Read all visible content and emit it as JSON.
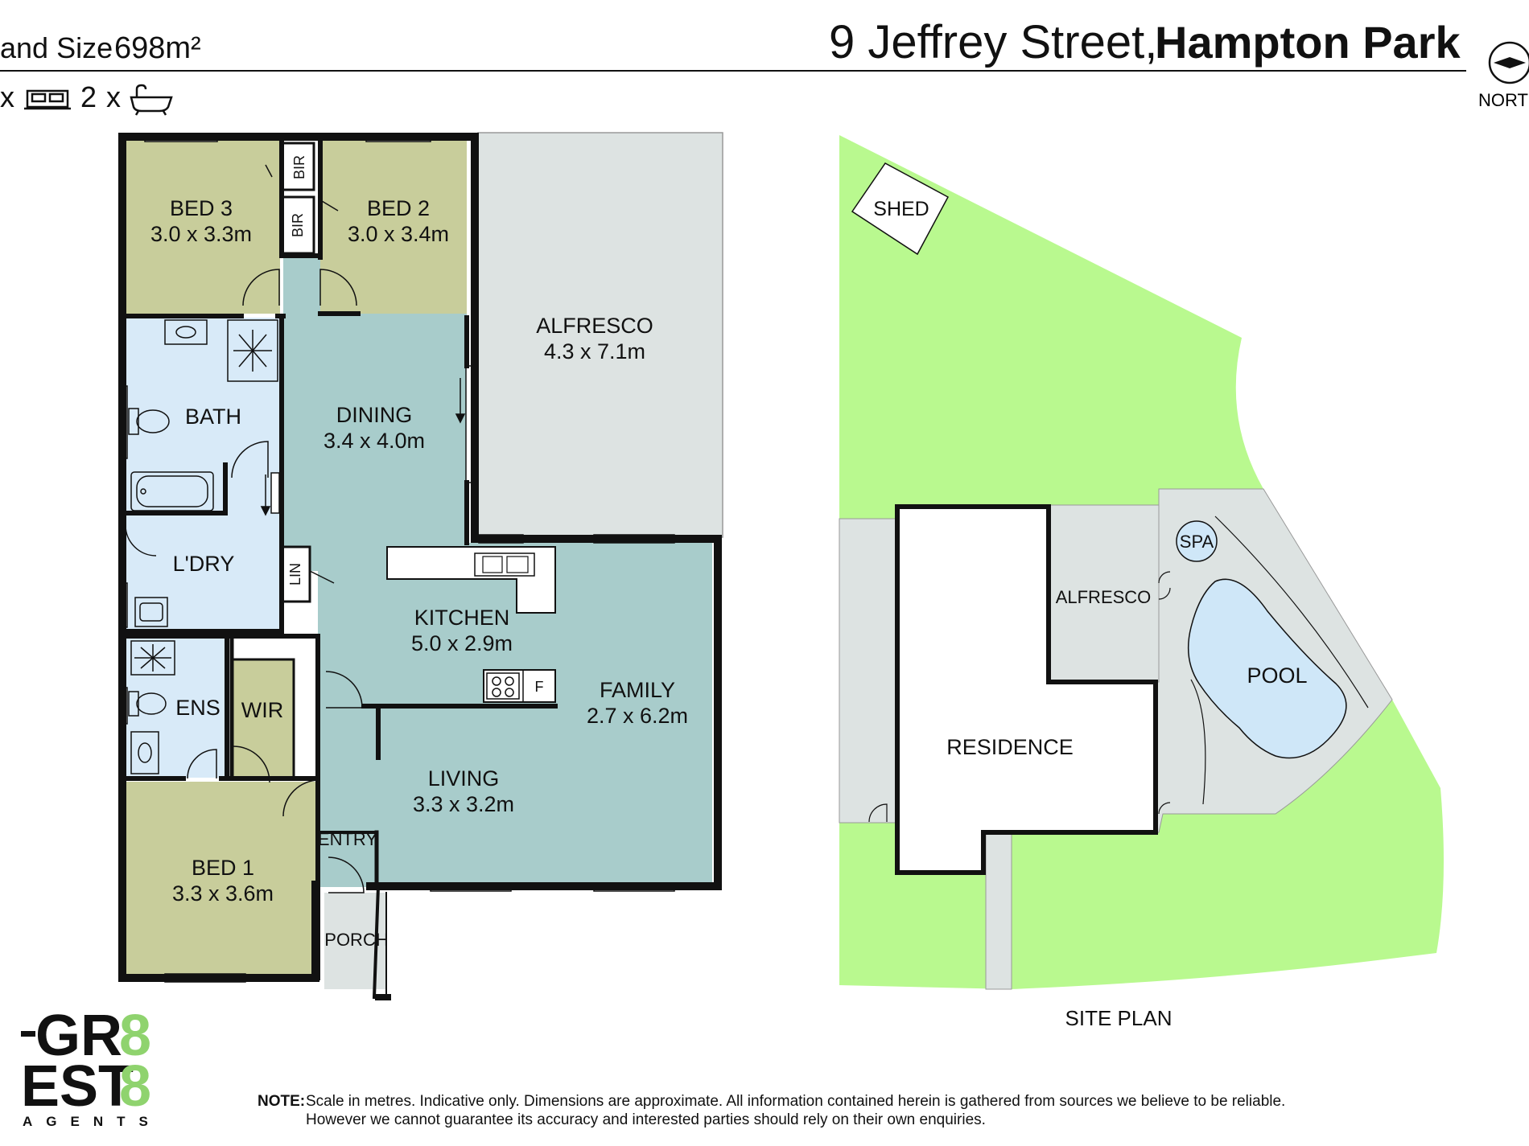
{
  "header": {
    "land_size_label": "and Size",
    "land_size_value": "698m²",
    "address_street": "9 Jeffrey Street,",
    "address_suburb": "Hampton Park",
    "bed_multiplier": "x",
    "bath_count": "2",
    "bath_multiplier": "x",
    "north_label": "NORT"
  },
  "floorplan": {
    "rooms": {
      "bed3": {
        "name": "BED 3",
        "size": "3.0 x 3.3m"
      },
      "bed2": {
        "name": "BED 2",
        "size": "3.0 x 3.4m"
      },
      "alfresco": {
        "name": "ALFRESCO",
        "size": "4.3 x 7.1m"
      },
      "bath": {
        "name": "BATH"
      },
      "dining": {
        "name": "DINING",
        "size": "3.4 x 4.0m"
      },
      "laundry": {
        "name": "L'DRY"
      },
      "kitchen": {
        "name": "KITCHEN",
        "size": "5.0 x 2.9m"
      },
      "family": {
        "name": "FAMILY",
        "size": "2.7 x 6.2m"
      },
      "ensuite": {
        "name": "ENS"
      },
      "wir": {
        "name": "WIR"
      },
      "living": {
        "name": "LIVING",
        "size": "3.3 x 3.2m"
      },
      "bed1": {
        "name": "BED 1",
        "size": "3.3 x 3.6m"
      },
      "entry": {
        "name": "ENTRY"
      },
      "porch": {
        "name": "PORCH"
      },
      "bir": {
        "name": "BIR"
      },
      "linen": {
        "name": "LIN"
      },
      "fridge": {
        "name": "F"
      }
    }
  },
  "siteplan": {
    "title": "SITE PLAN",
    "shed": "SHED",
    "residence": "RESIDENCE",
    "alfresco": "ALFRESCO",
    "spa": "SPA",
    "pool": "POOL"
  },
  "logo": {
    "line1_dark": "GR",
    "line1_accent": "8",
    "line2_dark": "EST",
    "line2_accent": "8",
    "line3": "AGENTS"
  },
  "note": {
    "label": "NOTE:",
    "line1": "Scale in metres. Indicative only. Dimensions are approximate. All information contained herein is gathered from sources we believe to be reliable.",
    "line2": "However we cannot guarantee its accuracy and interested parties should rely on their own enquiries."
  },
  "colors": {
    "bedroom_olive": "#c8cd9b",
    "wet_area_blue": "#d8eaf8",
    "living_teal": "#a8cccb",
    "alfresco_grey": "#dde3e2",
    "lawn_green": "#b9f98f",
    "pool_blue": "#cfe7f8",
    "logo_accent": "#8fd36e",
    "wall": "#111111"
  }
}
